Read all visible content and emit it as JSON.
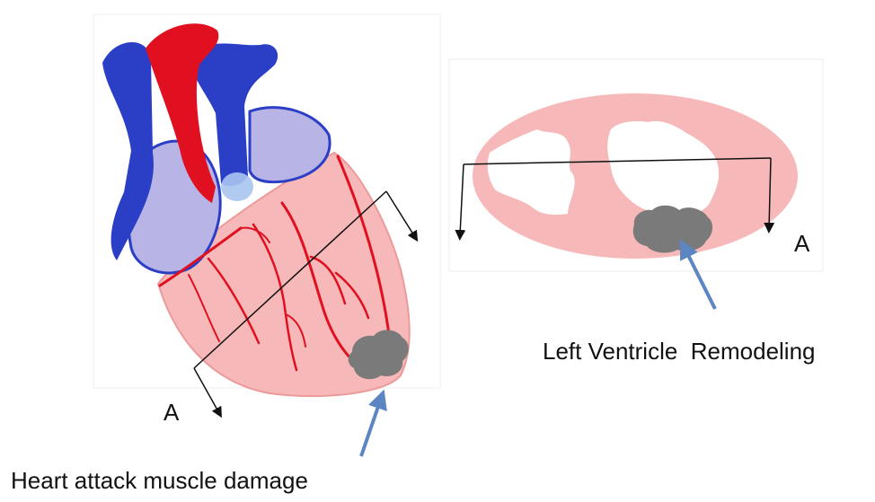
{
  "labels": {
    "section_left": "A",
    "section_right": "A",
    "remodeling_caption": "Left Ventricle  Remodeling",
    "damage_caption": "Heart attack muscle damage"
  },
  "colors": {
    "vein_blue": "#2b3ec6",
    "artery_red": "#e01020",
    "atrium_lavender": "#b9b4e6",
    "muscle_pink": "#f6b8b8",
    "damage_gray": "#7a7a7a",
    "pointer_blue": "#5b86c2",
    "line_black": "#111111"
  }
}
